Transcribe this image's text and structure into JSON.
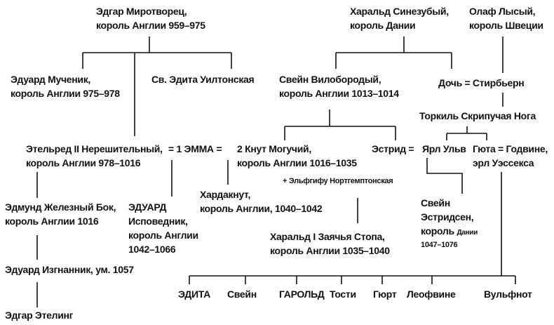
{
  "diagram": {
    "type": "family-tree",
    "people": {
      "edgar": {
        "line1": "Эдгар Миротворец,",
        "line2": "король Англии 959–975"
      },
      "harald_bluetooth": {
        "line1": "Харальд Синезубый,",
        "line2": "король Дании"
      },
      "olaf": {
        "line1": "Олаф Лысый,",
        "line2": "король Швеции"
      },
      "edward_martyr": {
        "line1": "Эдуард Мученик,",
        "line2": "король Англии 975–978"
      },
      "edith_wilton": {
        "line1": "Св. Эдита Уилтонская"
      },
      "sweyn_forkbeard": {
        "line1": "Свейн Вилобородый,",
        "line2": "король Англии 1013–1014"
      },
      "daughter_styrbjorn": {
        "line1": "Дочь = Стирбьерн"
      },
      "thorkel": {
        "line1": "Торкиль Скрипучая Нога"
      },
      "ethelred": {
        "line1": "Этельред II Нерешительный,",
        "line2": "король Англии 978–1016"
      },
      "emma": {
        "line1": "= 1 ЭММА ="
      },
      "cnut": {
        "line1": "2 Кнут Могучий,",
        "line2": "король Англии 1016–1035",
        "note": "+ Эльфгифу Нортгемптонская"
      },
      "estrid": {
        "line1": "Эстрид ="
      },
      "ulf": {
        "line1": "Ярл Ульв"
      },
      "gytha": {
        "line1": "Гюта = Годвине,",
        "line2": "эрл Уэссекса"
      },
      "edmund": {
        "line1": "Эдмунд Железный Бок,",
        "line2": "король Англии 1016"
      },
      "edward_confessor": {
        "line1": "ЭДУАРД",
        "line2": "Исповедник,",
        "line3": "король Англии",
        "line4": "1042–1066"
      },
      "harthacnut": {
        "line1": "Хардакнут,",
        "line2": "король Англии, 1040–1042"
      },
      "harold_harefoot": {
        "line1": "Харальд I Заячья Стопа,",
        "line2": "король Англии 1035–1040"
      },
      "sweyn_estridsen": {
        "line1": "Свейн",
        "line2": "Эстридсен,",
        "line3a": "король",
        "line3b": "Дании",
        "line4": "1047–1076"
      },
      "edward_exile": {
        "line1": "Эдуард Изгнанник, ум. 1057"
      },
      "edgar_atheling": {
        "line1": "Эдгар Этелинг"
      }
    },
    "godwin_children": [
      "ЭДИТА",
      "Свейн",
      "ГАРОЛЬД",
      "Тости",
      "Гюрт",
      "Леофвине",
      "Вульфнот"
    ]
  }
}
